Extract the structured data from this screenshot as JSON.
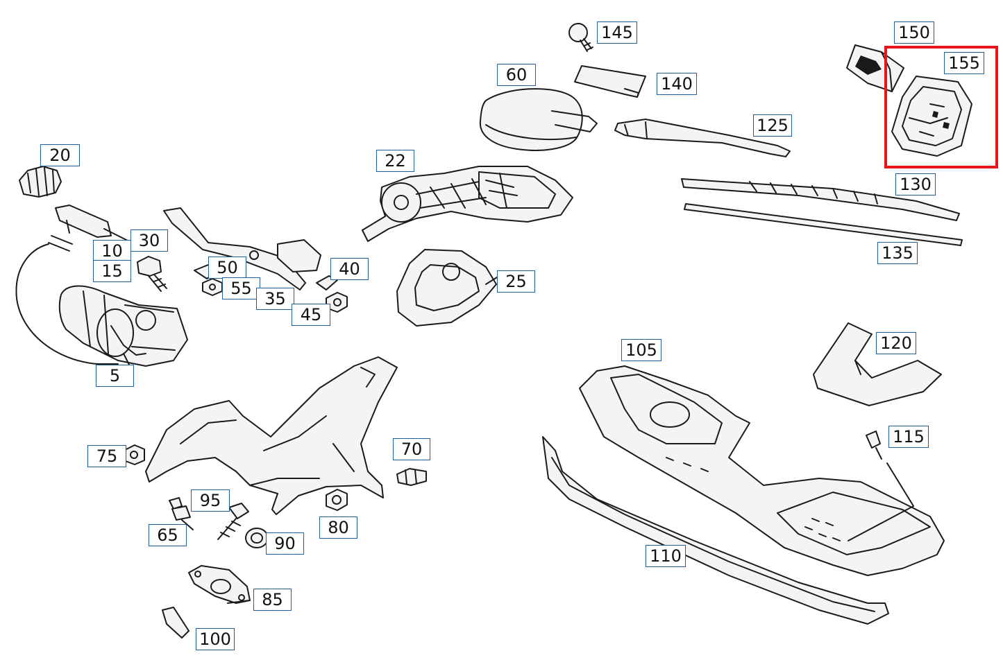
{
  "diagram": {
    "highlight_color": "#e8141c",
    "callout_border_color": "#1f5f9e",
    "highlighted_part": "155",
    "callouts": [
      "145",
      "150",
      "155",
      "60",
      "140",
      "125",
      "130",
      "135",
      "20",
      "22",
      "10",
      "30",
      "15",
      "50",
      "40",
      "55",
      "35",
      "45",
      "25",
      "5",
      "105",
      "120",
      "115",
      "75",
      "70",
      "95",
      "65",
      "90",
      "80",
      "85",
      "100",
      "110"
    ]
  }
}
